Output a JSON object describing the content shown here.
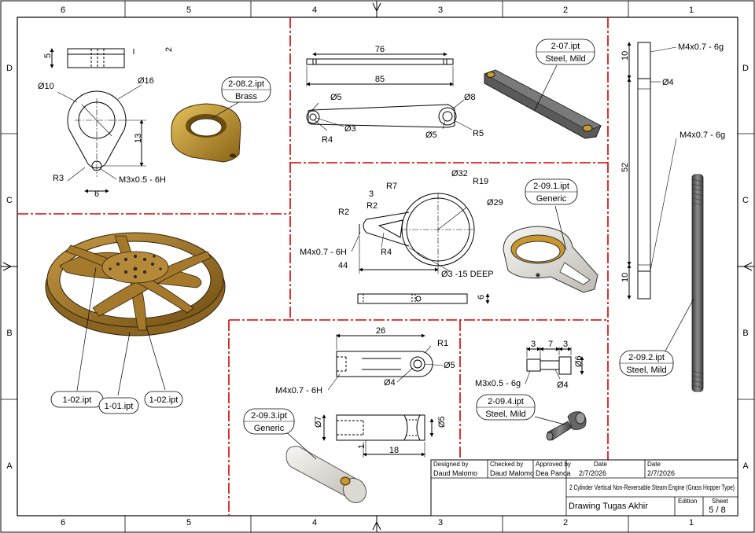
{
  "colors": {
    "frame": "#000000",
    "divider": "#d40000",
    "bronze": "#b78a2c",
    "dark_bronze": "#7d5a16",
    "steel": "#4d4d4d",
    "steel_light": "#9c9c9c",
    "ivory": "#e9e6df"
  },
  "border": {
    "top_zones": [
      "6",
      "5",
      "4",
      "3",
      "2",
      "1"
    ],
    "bottom_zones": [
      "6",
      "5",
      "4",
      "3",
      "2",
      "1"
    ],
    "left_zones": [
      "D",
      "C",
      "B",
      "A"
    ],
    "right_zones": [
      "D",
      "C",
      "B",
      "A"
    ]
  },
  "views": {
    "v208": {
      "thickness_2": "2",
      "height_5": "5",
      "dia_10": "Ø10",
      "dia_16": "Ø16",
      "height_13": "13",
      "radius_3": "R3",
      "thread": "M3x0.5 - 6H",
      "width_6": "6",
      "balloon_file": "2-08.2.ipt",
      "balloon_material": "Brass"
    },
    "v207": {
      "len_76": "76",
      "len_85": "85",
      "dia5a": "Ø5",
      "dia8": "Ø8",
      "dia3": "Ø3",
      "dia5b": "Ø5",
      "r4": "R4",
      "r5": "R5",
      "balloon_file": "2-07.ipt",
      "balloon_material": "Steel, Mild"
    },
    "v209_1": {
      "r7": "R7",
      "d32": "Ø32",
      "r19": "R19",
      "three": "3",
      "r2a": "R2",
      "r2b": "R2",
      "d29": "Ø29",
      "thread": "M4x0.7 - 6H",
      "r4": "R4",
      "len_44": "44",
      "deep": "Ø3 -15 DEEP",
      "six": "6",
      "balloon_file": "2-09.1.ipt",
      "balloon_material": "Generic"
    },
    "v209_2": {
      "thread_top": "M4x0.7 - 6g",
      "ten_top": "10",
      "dia4": "Ø4",
      "thread_mid": "M4x0.7 - 6g",
      "len_52": "52",
      "ten_bottom": "10",
      "balloon_file": "2-09.2.ipt",
      "balloon_material": "Steel, Mild"
    },
    "v101": {
      "balloon_a": "1-02.ipt",
      "balloon_b": "1-01.ipt",
      "balloon_c": "1-02.ipt"
    },
    "v209_3": {
      "len_26": "26",
      "r1": "R1",
      "dia5": "Ø5",
      "dia4": "Ø4",
      "thread": "M4x0.7 - 6H",
      "dia7": "Ø7",
      "dia5b": "Ø5",
      "one": "1",
      "len_18": "18",
      "balloon_file": "2-09.3.ipt",
      "balloon_material": "Generic"
    },
    "v209_4": {
      "three_a": "3",
      "seven": "7",
      "three_b": "3",
      "dia6": "Ø6",
      "thread": "M3x0.5 - 6g",
      "dia4": "Ø4",
      "balloon_file": "2-09.4.ipt",
      "balloon_material": "Steel, Mild"
    }
  },
  "title_block": {
    "designed_by_label": "Designed by",
    "designed_by": "Daud Malomo",
    "checked_by_label": "Checked by",
    "checked_by": "Daud Malomo",
    "approved_by_label": "Approved by",
    "approved_by": "Dea Panca",
    "date_label_1": "Date",
    "date_1": "2/7/2026",
    "date_label_2": "Date",
    "date_2": "2/7/2026",
    "title": "2 Cylinder Vertical Non-Reversable Steam Engine (Grass Hopper Type)",
    "drawing_name": "Drawing Tugas Akhir",
    "edition_label": "Edition",
    "sheet_label": "Sheet",
    "sheet": "5 / 8"
  }
}
